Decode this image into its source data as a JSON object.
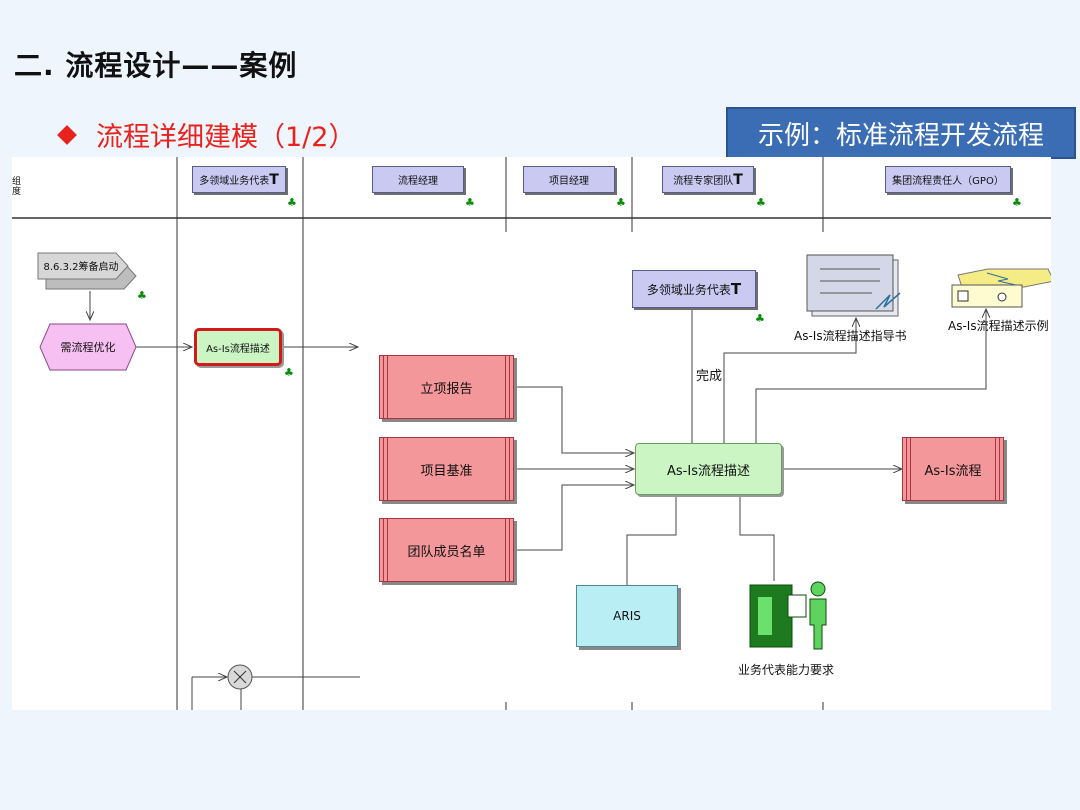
{
  "slide": {
    "title": "二. 流程设计——案例",
    "subtitle": "流程详细建模（1/2）",
    "example_label": "示例：标准流程开发流程"
  },
  "diagram": {
    "left_stub": "组 \n度",
    "lanes": [
      {
        "label": "多领域业务代表",
        "mark": "T"
      },
      {
        "label": "流程经理"
      },
      {
        "label": "项目经理"
      },
      {
        "label": "流程专家团队",
        "mark": "T"
      },
      {
        "label": "集团流程责任人（GPO）"
      }
    ],
    "start_event": "8.6.3.2筹备启动",
    "hexagon": "需流程优化",
    "small_function": "As-Is流程描述",
    "input_docs": [
      "立项报告",
      "项目基准",
      "团队成员名单"
    ],
    "main_function": "As-Is流程描述",
    "output_doc": "As-Is流程",
    "role_box": {
      "label": "多领域业务代表",
      "mark": "T"
    },
    "completed_label": "完成",
    "guide_doc": "As-Is流程描述指导书",
    "example_doc": "As-Is流程描述示例",
    "system": "ARIS",
    "requirement": "业务代表能力要求",
    "icon_names": [
      "org-icon",
      "document-icon",
      "folder-icon",
      "person-icon",
      "xor-icon"
    ]
  }
}
